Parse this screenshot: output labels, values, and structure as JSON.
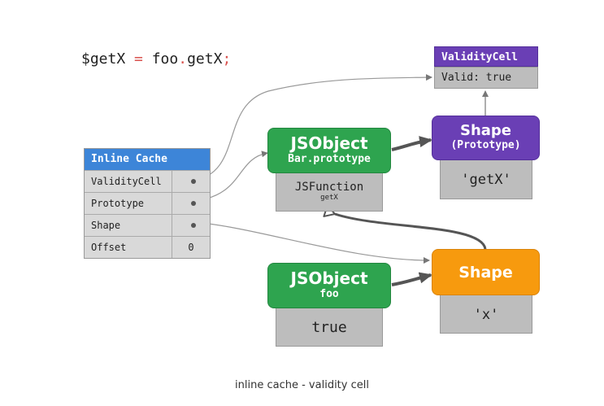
{
  "code": {
    "lhs": "$getX",
    "eq": "=",
    "obj": "foo",
    "dot": ".",
    "prop": "getX",
    "semi": ";"
  },
  "inline_cache": {
    "title": "Inline Cache",
    "rows": [
      {
        "label": "ValidityCell",
        "value": ""
      },
      {
        "label": "Prototype",
        "value": ""
      },
      {
        "label": "Shape",
        "value": ""
      },
      {
        "label": "Offset",
        "value": "0"
      }
    ]
  },
  "validity_cell": {
    "title": "ValidityCell",
    "body": "Valid: true"
  },
  "proto_object": {
    "title": "JSObject",
    "subtitle": "Bar.prototype",
    "body_main": "JSFunction",
    "body_sub": "getX"
  },
  "proto_shape": {
    "title": "Shape",
    "subtitle": "(Prototype)",
    "body": "'getX'"
  },
  "foo_object": {
    "title": "JSObject",
    "subtitle": "foo",
    "body": "true"
  },
  "foo_shape": {
    "title": "Shape",
    "body": "'x'"
  },
  "caption": "inline cache - validity cell",
  "colors": {
    "green": "#2ea44f",
    "purple": "#6a3fb5",
    "orange": "#f79a0e",
    "blue": "#3d85d8",
    "gray": "#bdbdbd"
  }
}
